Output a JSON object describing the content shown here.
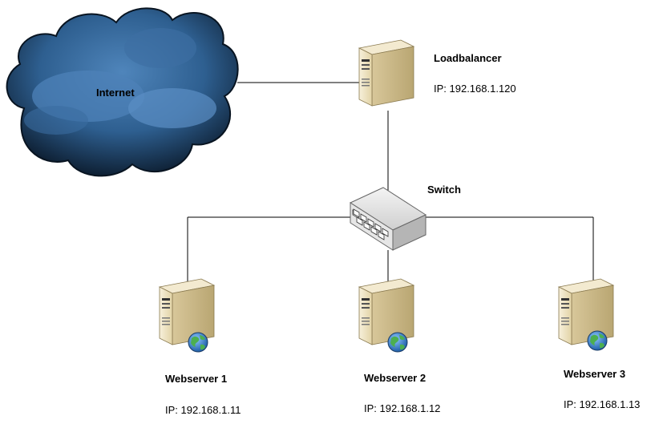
{
  "internet": {
    "label": "Internet"
  },
  "loadbalancer": {
    "name": "Loadbalancer",
    "ip": "IP: 192.168.1.120"
  },
  "switch": {
    "name": "Switch"
  },
  "webservers": [
    {
      "name": "Webserver 1",
      "ip": "IP: 192.168.1.11"
    },
    {
      "name": "Webserver 2",
      "ip": "IP: 192.168.1.12"
    },
    {
      "name": "Webserver 3",
      "ip": "IP: 192.168.1.13"
    }
  ],
  "colors": {
    "line": "#000000",
    "cloud_dark": "#0d2136",
    "cloud_mid": "#2e5f90",
    "cloud_light": "#5b8fc4",
    "server_body": "#eee3c2",
    "server_dark": "#c9b98a",
    "globe_blue": "#2f7fd0",
    "globe_green": "#4caf50"
  }
}
